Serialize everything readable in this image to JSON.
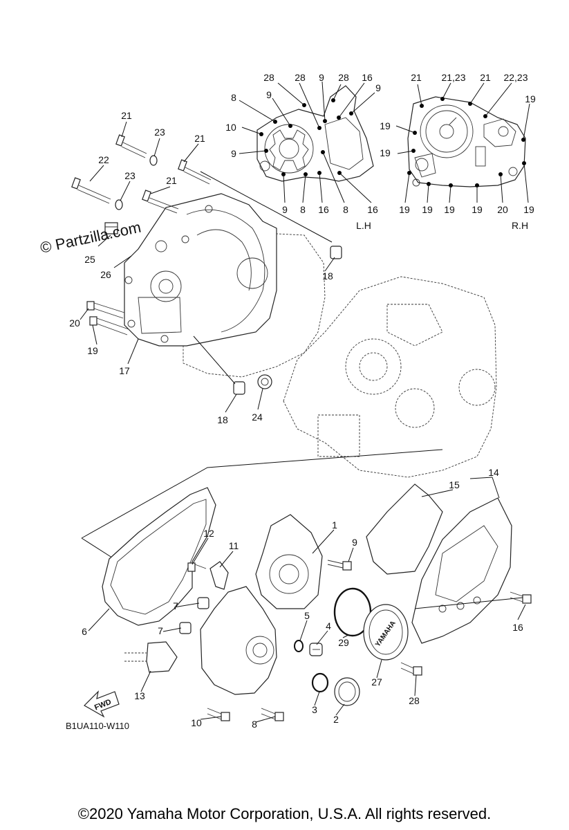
{
  "watermark": "© Partzilla.com",
  "diagram_code": "B1UA110-W110",
  "side_labels": {
    "left": "L.H",
    "right": "R.H"
  },
  "fwd_label": "FWD",
  "cover_brand": "YAMAHA",
  "footer": "©2020 Yamaha Motor Corporation, U.S.A. All rights reserved.",
  "callouts": {
    "c1": "1",
    "c2": "2",
    "c3": "3",
    "c4": "4",
    "c5": "5",
    "c6": "6",
    "c7": "7",
    "c8": "8",
    "c9": "9",
    "c10": "10",
    "c11": "11",
    "c12": "12",
    "c13": "13",
    "c14": "14",
    "c15": "15",
    "c16": "16",
    "c17": "17",
    "c18": "18",
    "c19": "19",
    "c20": "20",
    "c21": "21",
    "c22": "22",
    "c23": "23",
    "c24": "24",
    "c25": "25",
    "c26": "26",
    "c27": "27",
    "c28": "28",
    "c29": "29",
    "c21_23": "21,23",
    "c22_23": "22,23"
  }
}
